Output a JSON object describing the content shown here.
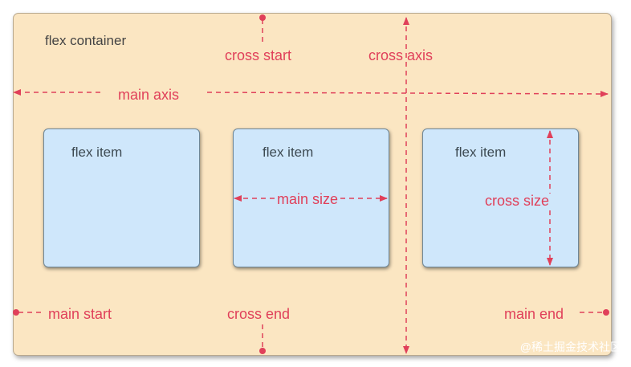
{
  "diagram": {
    "container_label": "flex container",
    "items": [
      {
        "label": "flex item"
      },
      {
        "label": "flex item"
      },
      {
        "label": "flex item"
      }
    ],
    "labels": {
      "main_axis": "main axis",
      "cross_axis": "cross axis",
      "cross_start": "cross start",
      "cross_end": "cross end",
      "main_start": "main start",
      "main_end": "main end",
      "main_size": "main size",
      "cross_size": "cross size"
    },
    "watermark": "@稀土掘金技术社区",
    "colors": {
      "container_fill": "#fbe6c2",
      "item_fill": "#cfe7fb",
      "annotation": "#e0405a",
      "text": "#444444"
    }
  }
}
